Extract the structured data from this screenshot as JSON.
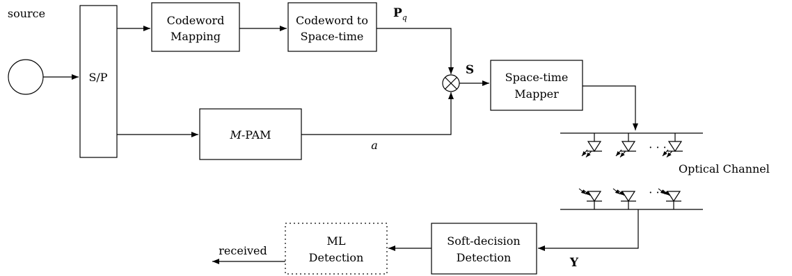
{
  "blocks": {
    "source": "source",
    "sp": "S/P",
    "codeword_mapping": [
      "Codeword",
      "Mapping"
    ],
    "codeword_to_spacetime": [
      "Codeword to",
      "Space-time"
    ],
    "mpam_prefix": "M",
    "mpam_suffix": "-PAM",
    "spacetime_mapper": [
      "Space-time",
      "Mapper"
    ],
    "optical_channel": "Optical Channel",
    "soft_decision": [
      "Soft-decision",
      "Detection"
    ],
    "ml_detection": [
      "ML",
      "Detection"
    ],
    "received": "received"
  },
  "signals": {
    "pq_main": "P",
    "pq_sub": "q",
    "s": "S",
    "a": "a",
    "y": "Y",
    "ellipsis": "· · ·"
  },
  "colors": {
    "stroke": "#000000",
    "background": "#ffffff"
  },
  "icons": [
    "source-circle-icon",
    "multiplier-icon",
    "laser-diode-icon",
    "photodiode-icon"
  ]
}
